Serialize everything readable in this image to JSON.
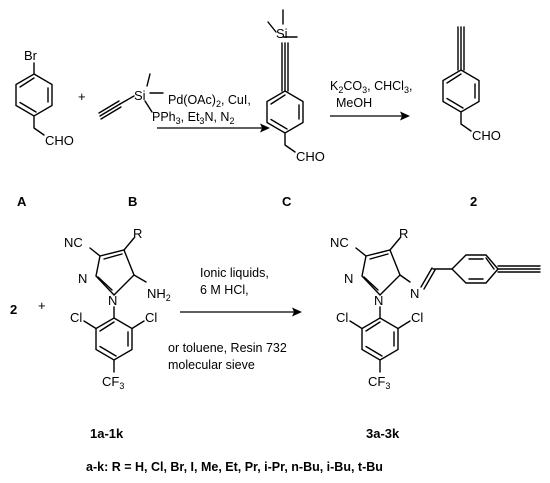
{
  "atoms": {
    "br": "Br",
    "cho": "CHO",
    "si": "Si",
    "nc": "NC",
    "r": "R",
    "n": "N",
    "nh2": "NH",
    "sub2": "2",
    "cl": "Cl",
    "cf3": "CF",
    "sub3": "3",
    "plus": "+"
  },
  "compounds": {
    "a": "A",
    "b": "B",
    "c": "C",
    "two": "2",
    "two_reactant": "2",
    "one": "1a-1k",
    "three": "3a-3k"
  },
  "conditions": {
    "step1_line1": "Pd(OAc)",
    "step1_line1_sub": "2",
    "step1_line1_rest": ", CuI,",
    "step1_line2": "PPh",
    "step1_line2_sub": "3",
    "step1_line2_rest": ",  Et",
    "step1_line2_sub2": "3",
    "step1_line2_rest2": "N, N",
    "step1_line2_sub3": "2",
    "step2_line1_a": "K",
    "step2_line1_sub": "2",
    "step2_line1_b": "CO",
    "step2_line1_sub2": "3",
    "step2_line1_c": ", CHCl",
    "step2_line1_sub3": "3",
    "step2_line1_d": ",",
    "step2_line2": "MeOH",
    "step3_line1": "Ionic liquids,",
    "step3_line2": "6 M HCl,",
    "step3_line3": "or toluene, Resin 732",
    "step3_line4": "molecular sieve"
  },
  "footnote": "a-k: R = H, Cl, Br, I, Me, Et, Pr, i-Pr, n-Bu, i-Bu, t-Bu"
}
